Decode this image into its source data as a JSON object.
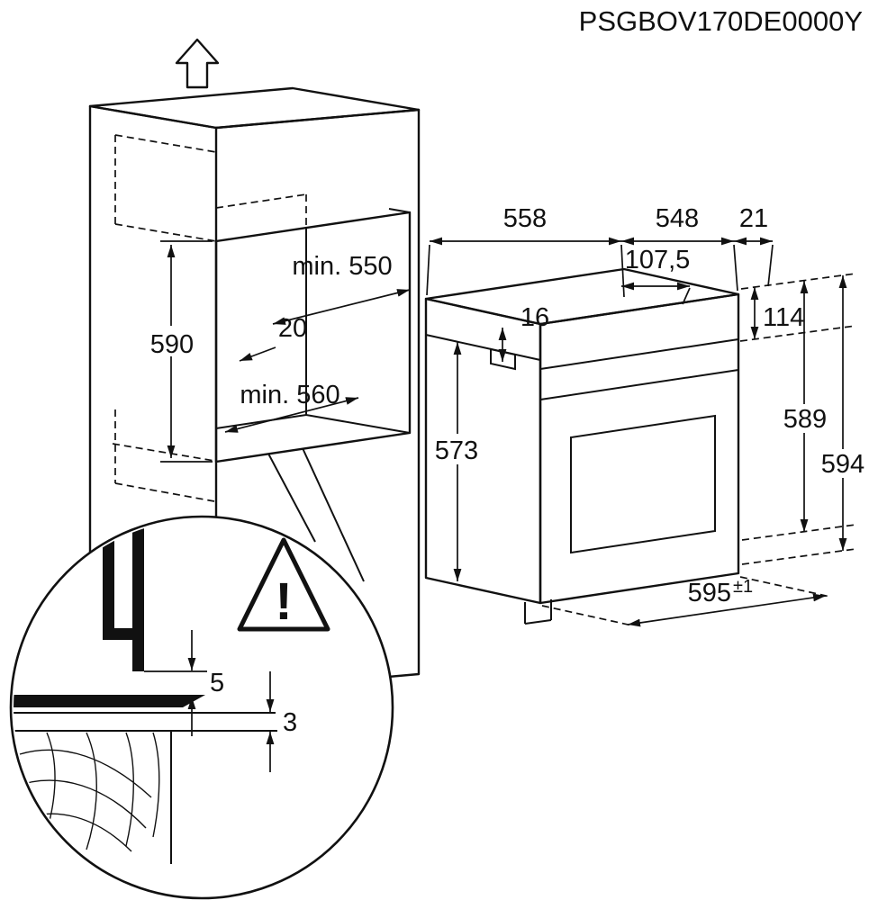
{
  "header": {
    "code": "PSGBOV170DE0000Y"
  },
  "cabinet": {
    "niche_height": "590",
    "niche_depth": "min. 550",
    "rear_gap": "20",
    "niche_width": "min. 560"
  },
  "oven": {
    "depth_total": "558",
    "depth_body": "548",
    "door_protrusion": "21",
    "top_offset": "107,5",
    "bracket_height": "16",
    "panel_height": "114",
    "body_height": "573",
    "height_body": "589",
    "height_total": "594",
    "width": "595",
    "width_tolerance": "±1"
  },
  "detail": {
    "top_gap": "5",
    "bottom_gap": "3",
    "warning_mark": "!"
  }
}
